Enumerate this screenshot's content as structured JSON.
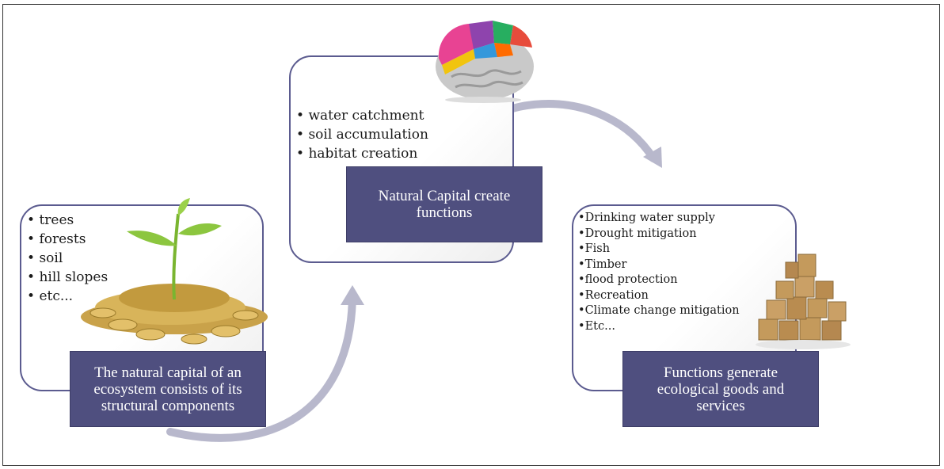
{
  "panels": [
    {
      "items": [
        "trees",
        "forests",
        "soil",
        "hill slopes",
        "etc..."
      ],
      "caption": "The natural capital  of an ecosystem consists of its structural components",
      "icon": "plant-on-coins-icon"
    },
    {
      "items": [
        "water catchment",
        "soil accumulation",
        "habitat creation"
      ],
      "caption": "Natural Capital create functions",
      "icon": "brain-icon"
    },
    {
      "items": [
        "Drinking water supply",
        "Drought mitigation",
        "Fish",
        "Timber",
        "flood protection",
        "Recreation",
        "Climate change mitigation",
        "Etc..."
      ],
      "caption": "Functions generate ecological goods and services",
      "icon": "stacked-boxes-icon"
    }
  ],
  "colors": {
    "caption_bg": "#4f4f7f",
    "panel_border": "#5b5b8f",
    "arrow": "#b8b8cc"
  }
}
